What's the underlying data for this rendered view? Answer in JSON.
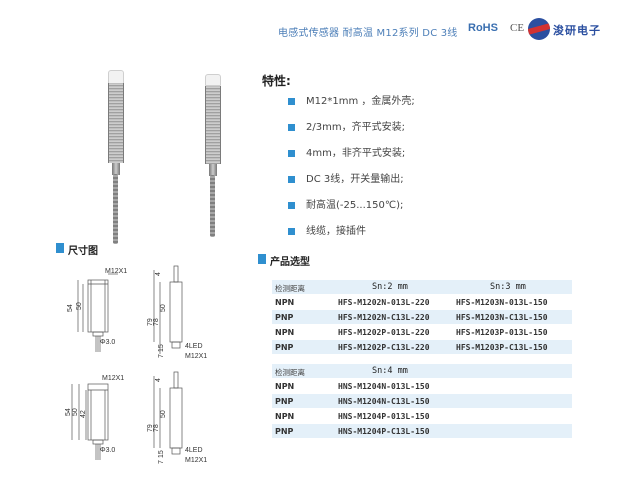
{
  "header": {
    "title": "电感式传感器 耐高温 M12系列 DC 3线",
    "rohs": "RoHS",
    "ce": "CE",
    "company": "浚研电子"
  },
  "features": {
    "title": "特性:",
    "items": [
      "M12*1mm ，金属外壳;",
      "2/3mm，齐平式安装;",
      "4mm，非齐平式安装;",
      "DC 3线，开关量输出;",
      "耐高温(-25...150℃);",
      "线缆，接插件"
    ]
  },
  "dimensions": {
    "title": "尺寸图",
    "drawing1": {
      "thread": "M12X1",
      "dim_54": "54",
      "dim_50": "50",
      "diameter": "Φ3.0",
      "dim_4": "4",
      "dim_50b": "50",
      "dim_79": "79",
      "dim_78": "78",
      "dim_15": "15",
      "dim_7": "7",
      "led": "4LED",
      "thread2": "M12X1"
    },
    "drawing2": {
      "thread": "M12X1",
      "dim_54": "54",
      "dim_50": "50",
      "dim_42": "42",
      "diameter": "Φ3.0",
      "dim_4": "4",
      "dim_50b": "50",
      "dim_79": "79",
      "dim_78": "78",
      "dim_15": "15",
      "dim_7": "7",
      "led": "4LED",
      "thread2": "M12X1"
    }
  },
  "selection": {
    "title": "产品选型",
    "table1": {
      "header": [
        "检测距离",
        "Sn:2 mm",
        "Sn:3 mm"
      ],
      "rows": [
        [
          "NPN",
          "HFS-M1202N-013L-220",
          "HFS-M1203N-013L-150"
        ],
        [
          "PNP",
          "HFS-M1202N-C13L-220",
          "HFS-M1203N-C13L-150"
        ],
        [
          "NPN",
          "HFS-M1202P-013L-220",
          "HFS-M1203P-013L-150"
        ],
        [
          "PNP",
          "HFS-M1202P-C13L-220",
          "HFS-M1203P-C13L-150"
        ]
      ]
    },
    "table2": {
      "header": [
        "检测距离",
        "Sn:4 mm"
      ],
      "rows": [
        [
          "NPN",
          "HNS-M1204N-013L-150"
        ],
        [
          "PNP",
          "HNS-M1204N-C13L-150"
        ],
        [
          "NPN",
          "HNS-M1204P-013L-150"
        ],
        [
          "PNP",
          "HNS-M1204P-C13L-150"
        ]
      ]
    }
  },
  "colors": {
    "accent": "#2f8fcf",
    "header_text": "#4d7fb8",
    "table_band": "#e4f0f9"
  }
}
